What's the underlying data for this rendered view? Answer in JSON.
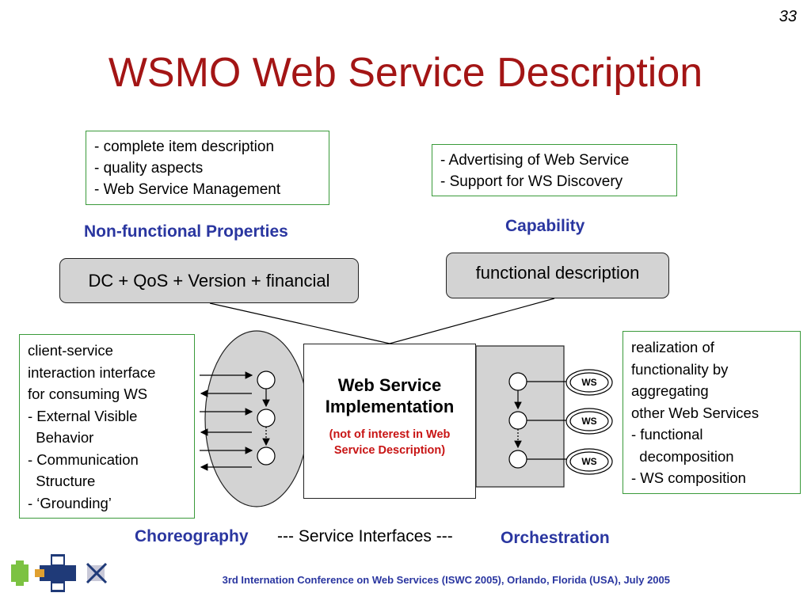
{
  "slide": {
    "page_number": "33",
    "title": "WSMO Web Service Description"
  },
  "nfp": {
    "notes": [
      "- complete item description",
      "- quality aspects",
      "- Web Service Management"
    ],
    "label": "Non-functional Properties",
    "box": "DC + QoS + Version + financial"
  },
  "capability": {
    "notes": [
      "- Advertising of Web Service",
      "- Support for WS Discovery"
    ],
    "label": "Capability",
    "box": "functional description"
  },
  "choreography": {
    "notes": [
      "client-service",
      "interaction interface",
      "for consuming WS",
      "- External Visible",
      "  Behavior",
      "- Communication",
      "  Structure",
      "- ‘Grounding’"
    ],
    "label": "Choreography"
  },
  "orchestration": {
    "notes": [
      "realization of",
      "functionality by",
      "aggregating",
      "other Web Services",
      "- functional",
      "  decomposition",
      "- WS composition"
    ],
    "label": "Orchestration",
    "ws_labels": [
      "WS",
      "WS",
      "WS"
    ]
  },
  "implementation": {
    "title_line1": "Web Service",
    "title_line2": "Implementation",
    "note_line1": "(not of interest in Web",
    "note_line2": "Service Description)"
  },
  "interfaces_label": "--- Service Interfaces ---",
  "footer": "3rd Internation Conference on Web Services (ISWC 2005), Orlando, Florida (USA), July 2005",
  "colors": {
    "title": "#a31515",
    "label_blue": "#2a36a0",
    "note_red": "#c81414",
    "box_border_green": "#3a9a3a",
    "fill_gray": "#d3d3d3"
  }
}
